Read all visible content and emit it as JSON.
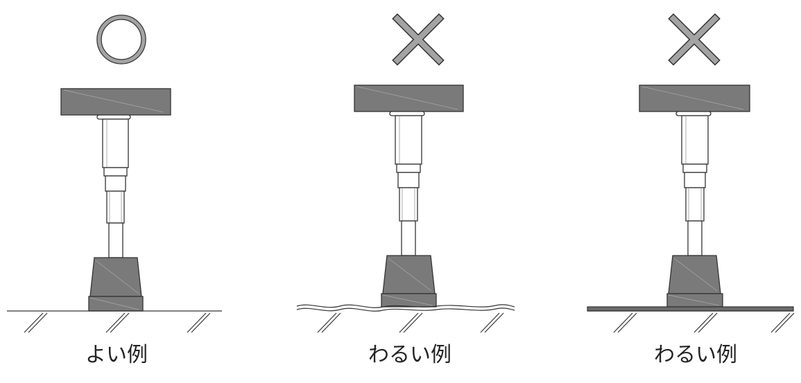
{
  "figure": {
    "panels": [
      {
        "mark": "circle",
        "mark_icon": "circle-good-icon",
        "label": "よい例",
        "ground": "flat"
      },
      {
        "mark": "cross",
        "mark_icon": "cross-bad-icon",
        "label": "わるい例",
        "ground": "uneven"
      },
      {
        "mark": "cross",
        "mark_icon": "cross-bad-icon",
        "label": "わるい例",
        "ground": "board"
      }
    ]
  },
  "colors": {
    "part_fill": "#7a7a7a",
    "mark_fill": "#a3a3a3",
    "line": "#333333",
    "board": "#6b6b6b"
  }
}
